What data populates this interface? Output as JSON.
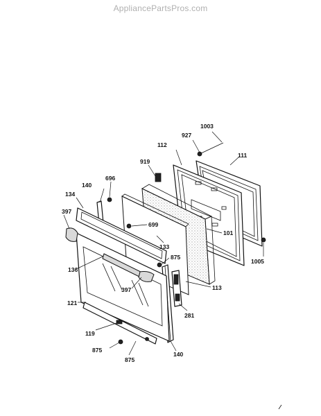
{
  "watermark": "AppliancePartsPros.com",
  "labels": {
    "p1003": "1003",
    "p927": "927",
    "p112": "112",
    "p111": "111",
    "p919": "919",
    "p140a": "140",
    "p696": "696",
    "p134": "134",
    "p397a": "397",
    "p699": "699",
    "p101": "101",
    "p133": "133",
    "p875a": "875",
    "p1005": "1005",
    "p136": "136",
    "p397b": "397",
    "p113": "113",
    "p121": "121",
    "p281": "281",
    "p119": "119",
    "p875b": "875",
    "p875c": "875",
    "p140b": "140"
  }
}
